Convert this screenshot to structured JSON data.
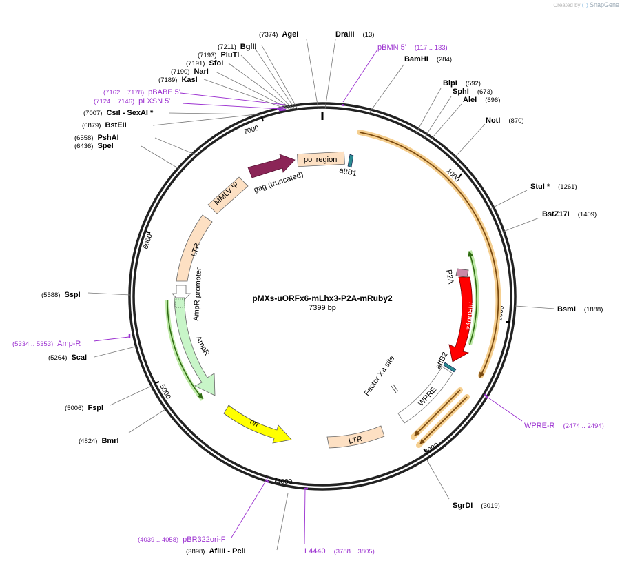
{
  "credit": {
    "prefix": "Created by",
    "brand": "SnapGene"
  },
  "plasmid": {
    "name": "pMXs-uORFx6-mLhx3-P2A-mRuby2",
    "size": "7399 bp"
  },
  "ticks": [
    "1000",
    "2000",
    "3000",
    "4000",
    "5000",
    "6000",
    "7000"
  ],
  "sites": [
    {
      "pos": "(7374)",
      "name": "AgeI",
      "color": "#000000"
    },
    {
      "pos": "(13)",
      "name": "DraIII",
      "color": "#000000"
    },
    {
      "pos": "(117 .. 133)",
      "name": "pBMN 5'",
      "color": "#9b30d0"
    },
    {
      "pos": "(284)",
      "name": "BamHI",
      "color": "#000000"
    },
    {
      "pos": "(592)",
      "name": "BlpI",
      "color": "#000000"
    },
    {
      "pos": "(673)",
      "name": "SphI",
      "color": "#000000"
    },
    {
      "pos": "(696)",
      "name": "AleI",
      "color": "#000000"
    },
    {
      "pos": "(870)",
      "name": "NotI",
      "color": "#000000"
    },
    {
      "pos": "(1261)",
      "name": "StuI *",
      "color": "#000000"
    },
    {
      "pos": "(1409)",
      "name": "BstZ17I",
      "color": "#000000"
    },
    {
      "pos": "(1888)",
      "name": "BsmI",
      "color": "#000000"
    },
    {
      "pos": "(2474 .. 2494)",
      "name": "WPRE-R",
      "color": "#9b30d0"
    },
    {
      "pos": "(3019)",
      "name": "SgrDI",
      "color": "#000000"
    },
    {
      "pos": "(3788 .. 3805)",
      "name": "L4440",
      "color": "#9b30d0"
    },
    {
      "pos": "(3898)",
      "name": "AflIII  - PciI",
      "color": "#000000"
    },
    {
      "pos": "(4039 .. 4058)",
      "name": "pBR322ori-F",
      "color": "#9b30d0"
    },
    {
      "pos": "(4824)",
      "name": "BmrI",
      "color": "#000000"
    },
    {
      "pos": "(5006)",
      "name": "FspI",
      "color": "#000000"
    },
    {
      "pos": "(5264)",
      "name": "ScaI",
      "color": "#000000"
    },
    {
      "pos": "(5334 .. 5353)",
      "name": "Amp-R",
      "color": "#9b30d0"
    },
    {
      "pos": "(5588)",
      "name": "SspI",
      "color": "#000000"
    },
    {
      "pos": "(6436)",
      "name": "SpeI",
      "color": "#000000"
    },
    {
      "pos": "(6558)",
      "name": "PshAI",
      "color": "#000000"
    },
    {
      "pos": "(6879)",
      "name": "BstEII",
      "color": "#000000"
    },
    {
      "pos": "(7007)",
      "name": "CsiI  - SexAI *",
      "color": "#000000"
    },
    {
      "pos": "(7124 .. 7146)",
      "name": "pLXSN 5'",
      "color": "#9b30d0"
    },
    {
      "pos": "(7162 .. 7178)",
      "name": "pBABE 5'",
      "color": "#9b30d0"
    },
    {
      "pos": "(7189)",
      "name": "KasI",
      "color": "#000000"
    },
    {
      "pos": "(7190)",
      "name": "NarI",
      "color": "#000000"
    },
    {
      "pos": "(7191)",
      "name": "SfoI",
      "color": "#000000"
    },
    {
      "pos": "(7193)",
      "name": "PluTI",
      "color": "#000000"
    },
    {
      "pos": "(7211)",
      "name": "BglII",
      "color": "#000000"
    }
  ],
  "features": {
    "gag": "gag (truncated)",
    "pol": "pol region",
    "attB1": "attB1",
    "mmlv": "MMLV Ψ",
    "ltr_left": "LTR",
    "ampr_promoter": "AmpR promoter",
    "ampr": "AmpR",
    "ori": "ori",
    "ltr_bottom": "LTR",
    "wpre": "WPRE",
    "factor_xa": "Factor Xa site",
    "attB2": "attB2",
    "mruby2": "mRuby2",
    "p2a": "P2A"
  },
  "colors": {
    "backbone": "#222222",
    "site_black": "#000000",
    "primer": "#9b30d0",
    "gag": "#8b2557",
    "ltr_fill": "#fde0c3",
    "ampr_fill": "#c8f5c8",
    "ori_fill": "#ffff00",
    "mruby2_fill": "#ff0000",
    "attb_fill": "#2a8a91",
    "p2a_fill": "#c98aa8",
    "orange_arrow": "#f0c080",
    "green_arrow": "#5fb830"
  }
}
